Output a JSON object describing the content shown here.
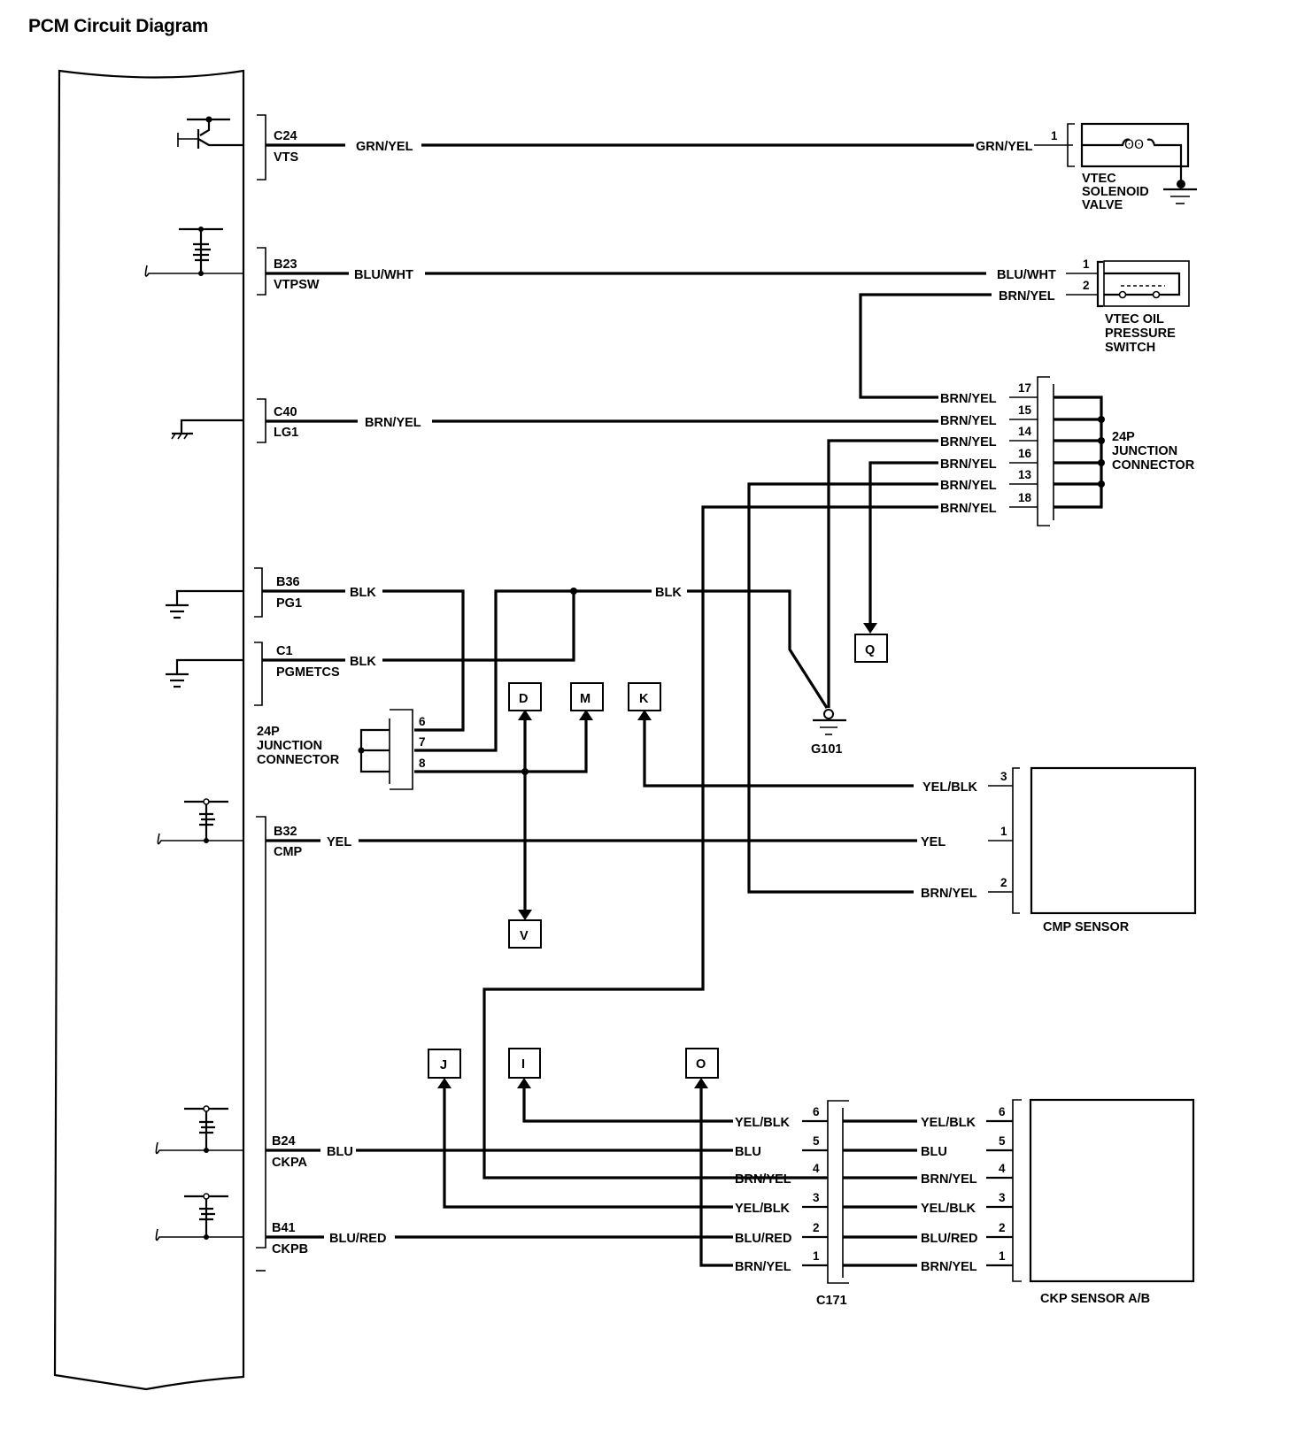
{
  "title": "PCM Circuit Diagram",
  "pcm_terminals": [
    {
      "id": "C24",
      "name": "VTS",
      "wire": "GRN/YEL"
    },
    {
      "id": "B23",
      "name": "VTPSW",
      "wire": "BLU/WHT"
    },
    {
      "id": "C40",
      "name": "LG1",
      "wire": "BRN/YEL"
    },
    {
      "id": "B36",
      "name": "PG1",
      "wire": "BLK"
    },
    {
      "id": "C1",
      "name": "PGMETCS",
      "wire": "BLK"
    },
    {
      "id": "B32",
      "name": "CMP",
      "wire": "YEL"
    },
    {
      "id": "B24",
      "name": "CKPA",
      "wire": "BLU"
    },
    {
      "id": "B41",
      "name": "CKPB",
      "wire": "BLU/RED"
    }
  ],
  "vtec_solenoid": {
    "label_lines": [
      "VTEC",
      "SOLENOID",
      "VALVE"
    ],
    "pin": "1",
    "wire": "GRN/YEL"
  },
  "vtec_oil_switch": {
    "label_lines": [
      "VTEC OIL",
      "PRESSURE",
      "SWITCH"
    ],
    "pins": [
      {
        "pin": "1",
        "wire": "BLU/WHT"
      },
      {
        "pin": "2",
        "wire": "BRN/YEL"
      }
    ]
  },
  "junction_top": {
    "label_lines": [
      "24P",
      "JUNCTION",
      "CONNECTOR"
    ],
    "pins": [
      {
        "pin": "17",
        "wire": "BRN/YEL"
      },
      {
        "pin": "15",
        "wire": "BRN/YEL"
      },
      {
        "pin": "14",
        "wire": "BRN/YEL"
      },
      {
        "pin": "16",
        "wire": "BRN/YEL"
      },
      {
        "pin": "13",
        "wire": "BRN/YEL"
      },
      {
        "pin": "18",
        "wire": "BRN/YEL"
      }
    ]
  },
  "junction_left": {
    "label_lines": [
      "24P",
      "JUNCTION",
      "CONNECTOR"
    ],
    "pins": [
      "6",
      "7",
      "8"
    ]
  },
  "blk_wire": "BLK",
  "ground": "G101",
  "refs": {
    "D": "D",
    "M": "M",
    "K": "K",
    "Q": "Q",
    "V": "V",
    "J": "J",
    "I": "I",
    "O": "O"
  },
  "cmp_sensor": {
    "label": "CMP SENSOR",
    "pins": [
      {
        "pin": "3",
        "wire": "YEL/BLK"
      },
      {
        "pin": "1",
        "wire": "YEL"
      },
      {
        "pin": "2",
        "wire": "BRN/YEL"
      }
    ]
  },
  "c171": {
    "label": "C171",
    "pins": [
      {
        "pin": "6",
        "wire": "YEL/BLK"
      },
      {
        "pin": "5",
        "wire": "BLU"
      },
      {
        "pin": "4",
        "wire": "BRN/YEL"
      },
      {
        "pin": "3",
        "wire": "YEL/BLK"
      },
      {
        "pin": "2",
        "wire": "BLU/RED"
      },
      {
        "pin": "1",
        "wire": "BRN/YEL"
      }
    ]
  },
  "ckp_sensor": {
    "label": "CKP SENSOR A/B",
    "pins": [
      {
        "pin": "6",
        "wire": "YEL/BLK"
      },
      {
        "pin": "5",
        "wire": "BLU"
      },
      {
        "pin": "4",
        "wire": "BRN/YEL"
      },
      {
        "pin": "3",
        "wire": "YEL/BLK"
      },
      {
        "pin": "2",
        "wire": "BLU/RED"
      },
      {
        "pin": "1",
        "wire": "BRN/YEL"
      }
    ]
  }
}
